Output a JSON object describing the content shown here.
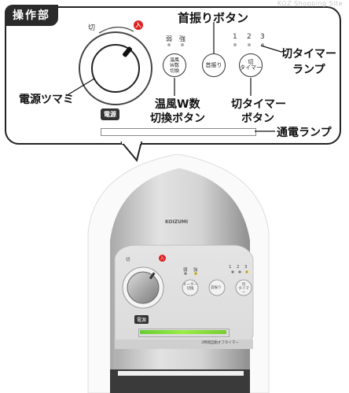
{
  "callout": {
    "title": "操作部",
    "watermark": "KOZ Shopping Site",
    "labels": {
      "off_top": "切",
      "on_badge": "入",
      "weak": "弱",
      "strong": "強",
      "heat_btn": "温風\nW数\n切換",
      "swing_btn": "首振り",
      "timer_btn": "切\nタイマー",
      "timer_nums": [
        "1",
        "2",
        "3"
      ],
      "power_tag": "電源"
    },
    "annotations": {
      "swing": "首振りボタン",
      "timer_lamp_1": "切タイマー",
      "timer_lamp_2": "ランプ",
      "power_knob": "電源ツマミ",
      "heat_1": "温風W数",
      "heat_2": "切換ボタン",
      "timer_btn_1": "切タイマー",
      "timer_btn_2": "ボタン",
      "lamp": "通電ランプ"
    }
  },
  "heater": {
    "brand": "KOIZUMI",
    "off": "切",
    "on": "入",
    "weak": "弱",
    "strong": "強",
    "heater_btn": "ヒーター\n切換",
    "swing_btn": "首振り",
    "timer_btn": "切\nタイマー",
    "nums": [
      "1",
      "2",
      "3"
    ],
    "power": "電源",
    "timer_note": "3時間自動オフタイマー"
  }
}
